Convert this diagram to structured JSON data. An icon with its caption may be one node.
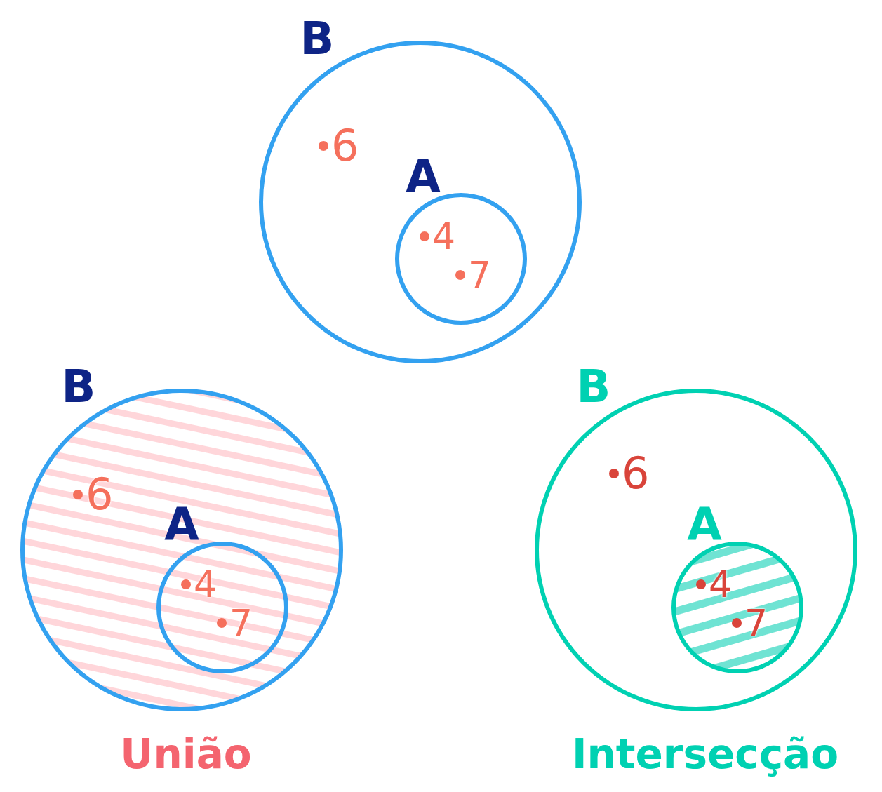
{
  "diagram": {
    "nodes": [
      {
        "text": [
          "B",
          "6"
        ]
      },
      {
        "text": [
          "A",
          "4",
          "7"
        ],
        "in": 0
      },
      {
        "text": [
          "B",
          "6"
        ],
        "beside": [
          "União"
        ]
      },
      {
        "text": [
          "A",
          "4",
          "7"
        ],
        "in": 2
      },
      {
        "text": [
          "B",
          "6"
        ],
        "beside": [
          "Intersecção"
        ]
      },
      {
        "text": [
          "A",
          "4",
          "7"
        ],
        "in": 4
      }
    ]
  }
}
